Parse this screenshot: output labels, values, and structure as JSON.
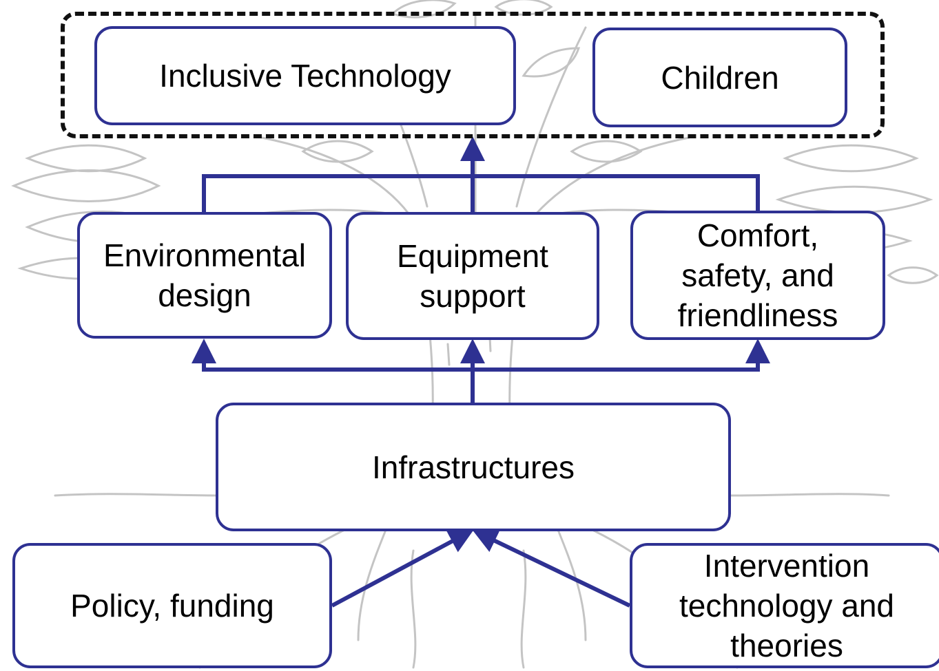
{
  "diagram": {
    "colors": {
      "box_border": "#2e3192",
      "arrow": "#2e3192",
      "frame": "#111111",
      "background_tree": "#bdbdbd"
    },
    "nodes": {
      "inclusive": "Inclusive Technology",
      "children": "Children",
      "environmental": "Environmental\ndesign",
      "equipment": "Equipment\nsupport",
      "comfort": "Comfort,\nsafety, and\nfriendliness",
      "infrastructures": "Infrastructures",
      "policy": "Policy, funding",
      "intervention": "Intervention\ntechnology and\ntheories"
    },
    "edges": [
      {
        "from": "policy",
        "to": "infrastructures"
      },
      {
        "from": "intervention",
        "to": "infrastructures"
      },
      {
        "from": "infrastructures",
        "to": "environmental"
      },
      {
        "from": "infrastructures",
        "to": "equipment"
      },
      {
        "from": "infrastructures",
        "to": "comfort"
      },
      {
        "from": "environmental",
        "to": "inclusive-children-group"
      },
      {
        "from": "equipment",
        "to": "inclusive-children-group"
      },
      {
        "from": "comfort",
        "to": "inclusive-children-group"
      }
    ]
  }
}
